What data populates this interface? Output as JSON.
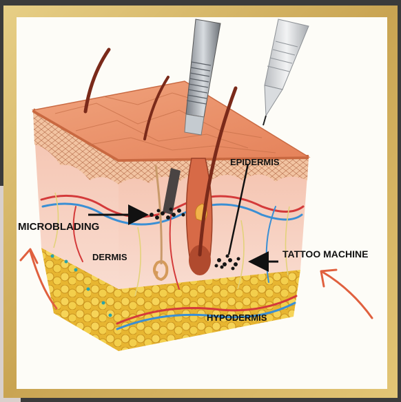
{
  "labels": {
    "epidermis": "EPIDERMIS",
    "dermis": "DERMIS",
    "hypodermis": "HYPODERMIS",
    "microblading": "MICROBLADING",
    "tattoo_machine": "TATTOO MACHINE"
  },
  "colors": {
    "frame_gold": "#d8b766",
    "panel_bg": "#fdfcf7",
    "epidermis": "#e9946c",
    "dermis": "#f6cdbd",
    "hypodermis": "#f1c94a",
    "annotation_arrow": "#e0603e",
    "ink": "#111111"
  }
}
